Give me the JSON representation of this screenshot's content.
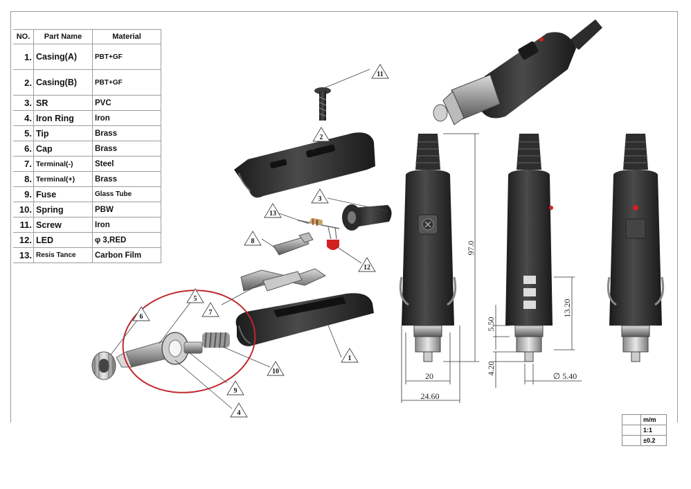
{
  "table": {
    "headers": {
      "no": "NO.",
      "part_name": "Part Name",
      "material": "Material"
    },
    "rows": [
      {
        "no": "1.",
        "name": "Casing(A)",
        "material": "PBT+GF"
      },
      {
        "no": "2.",
        "name": "Casing(B)",
        "material": "PBT+GF"
      },
      {
        "no": "3.",
        "name": "SR",
        "material": "PVC"
      },
      {
        "no": "4.",
        "name": "Iron Ring",
        "material": "Iron"
      },
      {
        "no": "5.",
        "name": "Tip",
        "material": "Brass"
      },
      {
        "no": "6.",
        "name": "Cap",
        "material": "Brass"
      },
      {
        "no": "7.",
        "name": "Terminal(-)",
        "material": "Steel"
      },
      {
        "no": "8.",
        "name": "Terminal(+)",
        "material": "Brass"
      },
      {
        "no": "9.",
        "name": "Fuse",
        "material": "Glass Tube"
      },
      {
        "no": "10.",
        "name": "Spring",
        "material": "PBW"
      },
      {
        "no": "11.",
        "name": "Screw",
        "material": "Iron"
      },
      {
        "no": "12.",
        "name": "LED",
        "material": "φ 3,RED"
      },
      {
        "no": "13.",
        "name": "Resis Tance",
        "material": "Carbon Film"
      }
    ]
  },
  "callouts": [
    "1",
    "2",
    "3",
    "4",
    "5",
    "6",
    "7",
    "8",
    "9",
    "10",
    "11",
    "12",
    "13"
  ],
  "dimensions": {
    "height": "97.0",
    "width_body": "20",
    "width_overall": "24.60",
    "tip_length": "5.50",
    "side_length": "13.20",
    "tip_offset": "4.20",
    "tip_diameter": "∅ 5.40"
  },
  "scale_box": {
    "unit": "m/m",
    "scale": "1:1",
    "tolerance": "±0.2"
  },
  "colors": {
    "highlight_ellipse": "#c0272d",
    "body": "#2b2b2b",
    "led": "#d42020",
    "line": "#444444"
  }
}
